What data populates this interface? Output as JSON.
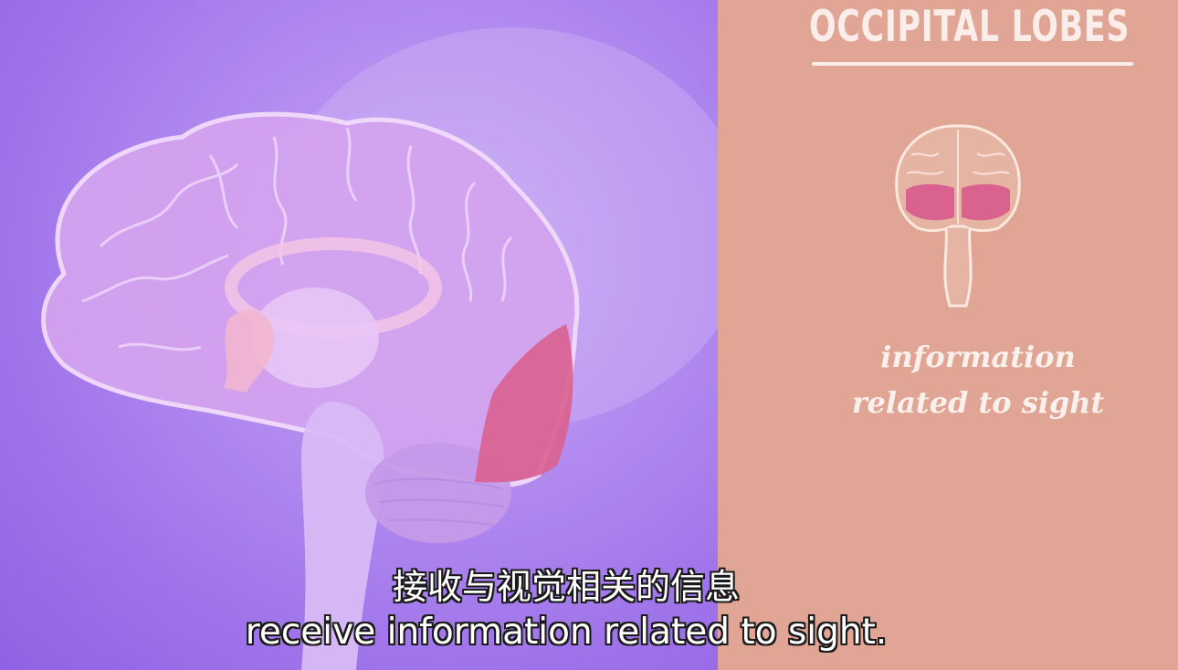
{
  "panel": {
    "title": "OCCIPITAL LOBES",
    "caption_lines": [
      "information",
      "related to sight"
    ]
  },
  "subtitles": {
    "chinese": "接收与视觉相关的信息",
    "english": "receive information related to sight."
  },
  "colors": {
    "left_background": "#a57ded",
    "right_background": "#e0a594",
    "occipital_highlight": "#d9608f",
    "text_light": "#fbeeea"
  }
}
